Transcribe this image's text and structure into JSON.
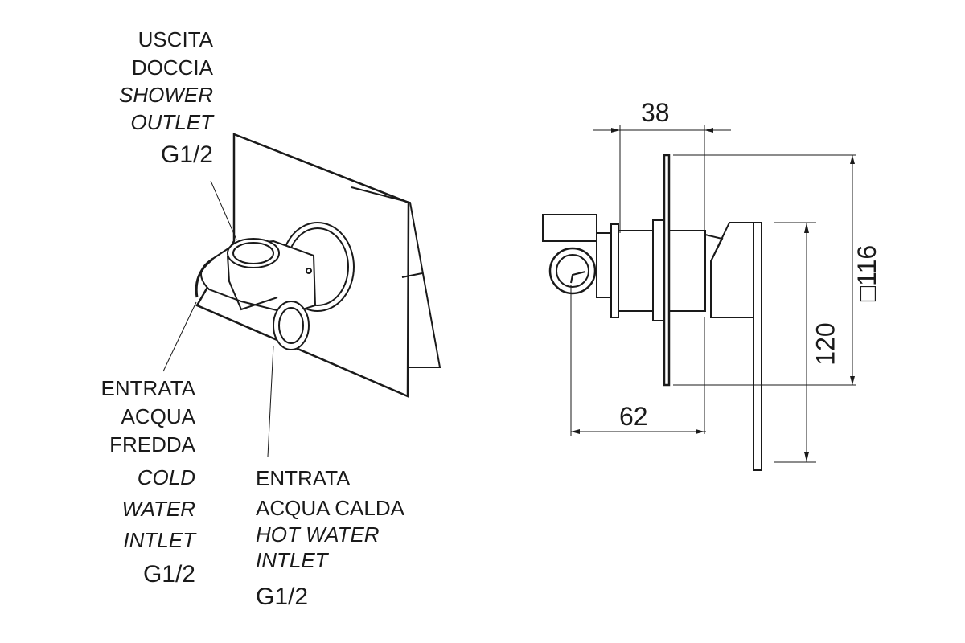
{
  "outlet_label": {
    "line1": "USCITA",
    "line2": "DOCCIA",
    "line3": "SHOWER",
    "line4": "OUTLET",
    "size": "G1/2"
  },
  "cold_label": {
    "line1": "ENTRATA",
    "line2": "ACQUA",
    "line3": "FREDDA",
    "line4": "COLD",
    "line5": "WATER",
    "line6": "INTLET",
    "size": "G1/2"
  },
  "hot_label": {
    "line1": "ENTRATA",
    "line2": "ACQUA CALDA",
    "line3": "HOT WATER",
    "line4": "INTLET",
    "size": "G1/2"
  },
  "dimensions": {
    "depth_body": "38",
    "depth_total": "62",
    "lever_height": "120",
    "plate_size": "□116"
  }
}
